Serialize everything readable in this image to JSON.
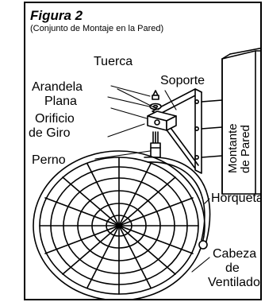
{
  "figure": {
    "title": "Figura 2",
    "subtitle": "(Conjunto de Montaje en la Pared)",
    "labels": {
      "tuerca": "Tuerca",
      "arandela_1": "Arandela",
      "arandela_2": "Plana",
      "soporte": "Soporte",
      "orificio_1": "Orificio",
      "orificio_2": "de Giro",
      "perno": "Perno",
      "montante_1": "Montante",
      "montante_2": "de Pared",
      "horqueta": "Horqueta",
      "cabeza_1": "Cabeza",
      "cabeza_2": "de",
      "cabeza_3": "Ventilador"
    }
  }
}
